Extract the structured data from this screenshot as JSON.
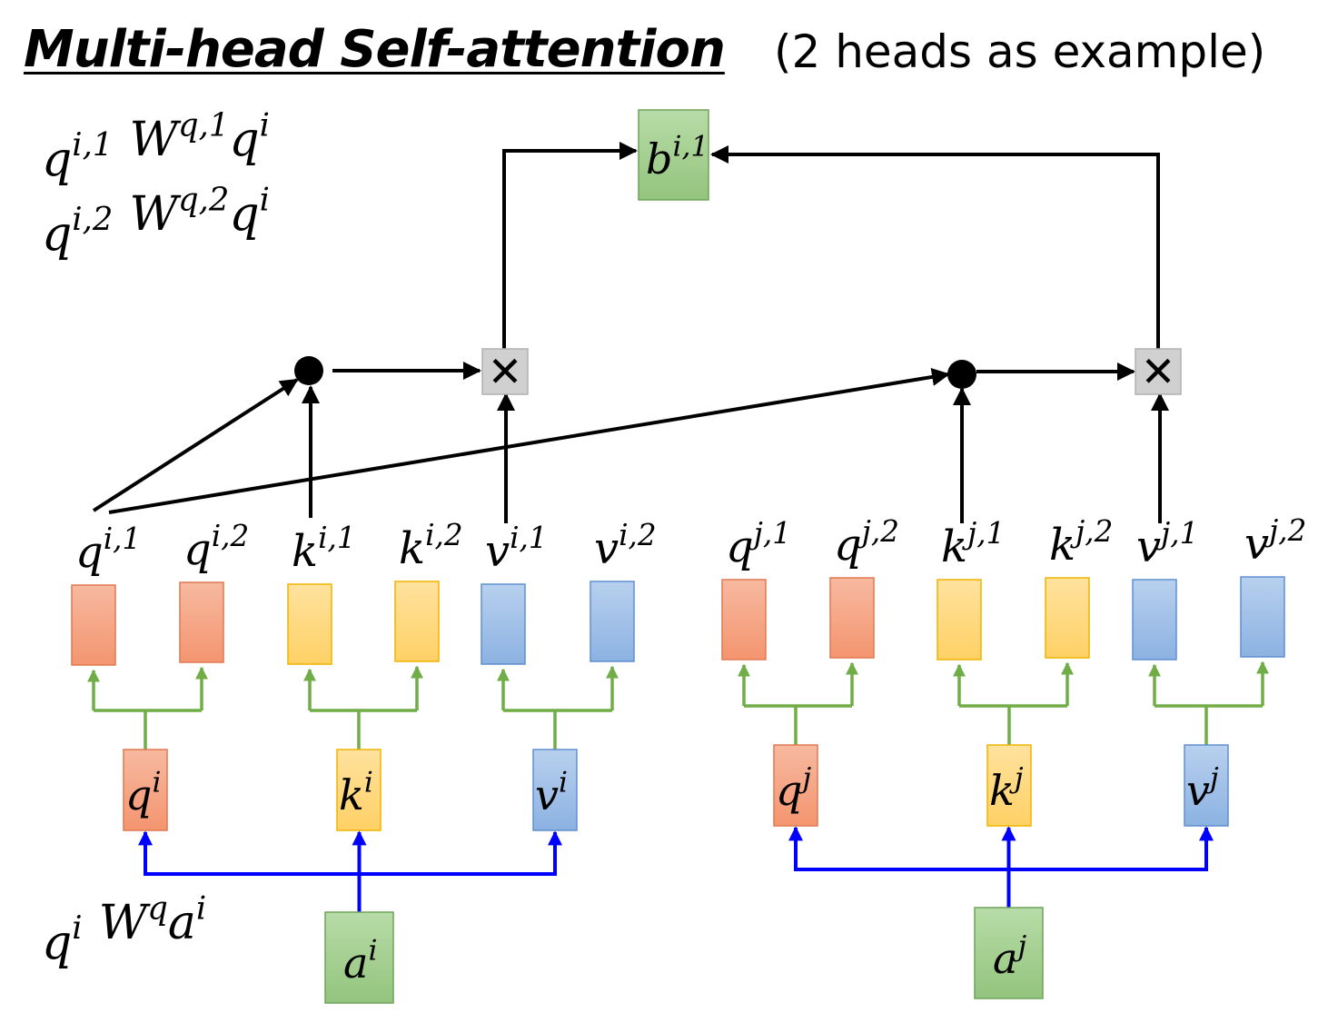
{
  "title": "Multi-head Self-attention",
  "subtitle": "(2 heads as example)",
  "equations": {
    "eq1": {
      "lhs": "q",
      "lhs_sup": "i,1",
      "rhs_w": "W",
      "rhs_w_sup": "q,1",
      "rhs_v": "q",
      "rhs_v_sup": "i"
    },
    "eq2": {
      "lhs": "q",
      "lhs_sup": "i,2",
      "rhs_w": "W",
      "rhs_w_sup": "q,2",
      "rhs_v": "q",
      "rhs_v_sup": "i"
    },
    "eq3": {
      "lhs": "q",
      "lhs_sup": "i",
      "rhs_w": "W",
      "rhs_w_sup": "q",
      "rhs_v": "a",
      "rhs_v_sup": "i"
    },
    "equals": "="
  },
  "output": {
    "base": "b",
    "sup": "i,1"
  },
  "ops": {
    "multiply": "✕"
  },
  "head_labels_i": [
    {
      "base": "q",
      "sup": "i,1"
    },
    {
      "base": "q",
      "sup": "i,2"
    },
    {
      "base": "k",
      "sup": "i,1"
    },
    {
      "base": "k",
      "sup": "i,2"
    },
    {
      "base": "v",
      "sup": "i,1"
    },
    {
      "base": "v",
      "sup": "i,2"
    }
  ],
  "head_labels_j": [
    {
      "base": "q",
      "sup": "j,1"
    },
    {
      "base": "q",
      "sup": "j,2"
    },
    {
      "base": "k",
      "sup": "j,1"
    },
    {
      "base": "k",
      "sup": "j,2"
    },
    {
      "base": "v",
      "sup": "j,1"
    },
    {
      "base": "v",
      "sup": "j,2"
    }
  ],
  "mid_labels_i": [
    {
      "base": "q",
      "sup": "i"
    },
    {
      "base": "k",
      "sup": "i"
    },
    {
      "base": "v",
      "sup": "i"
    }
  ],
  "mid_labels_j": [
    {
      "base": "q",
      "sup": "j"
    },
    {
      "base": "k",
      "sup": "j"
    },
    {
      "base": "v",
      "sup": "j"
    }
  ],
  "inputs": [
    {
      "base": "a",
      "sup": "i"
    },
    {
      "base": "a",
      "sup": "j"
    }
  ],
  "colors": {
    "q_top": "#f7b9a0",
    "q_bottom": "#f4956f",
    "q_border": "#e07850",
    "k_top": "#ffe29e",
    "k_bottom": "#ffd166",
    "k_border": "#f0b400",
    "v_top": "#b8d0ee",
    "v_bottom": "#8cb2e2",
    "v_border": "#5f8fd0",
    "a_top": "#b8dca8",
    "a_bottom": "#93c47d",
    "a_border": "#6fa35a",
    "op_fill": "#d0d0d0",
    "op_border": "#b0b0b0",
    "green_line": "#70ad47",
    "blue_line": "#0000ff",
    "black_line": "#000000"
  }
}
